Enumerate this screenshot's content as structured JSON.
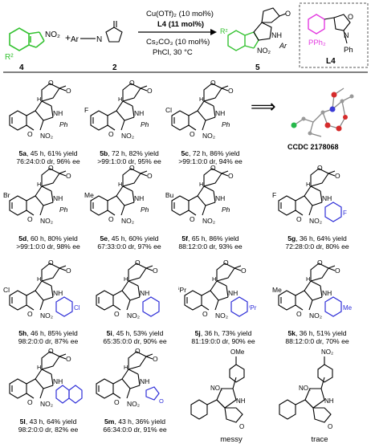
{
  "scheme": {
    "reactant1_label": "4",
    "reactant2_label": "2",
    "product_label": "5",
    "ligand_label": "L4",
    "reactant1_group": "NO₂",
    "reactant1_subst": "R²",
    "reactant2_group": "Ar",
    "product_subst": "R²",
    "product_no2": "NO₂",
    "product_ar": "Ar",
    "ligand_pph2": "PPh₂",
    "ligand_ph": "Ph",
    "conditions": [
      "Cu(OTf)₂ (10 mol%)",
      "L4 (11 mol%)",
      "Cs₂CO₃ (10 mol%)",
      "PhCl, 30 °C"
    ],
    "plus": "+"
  },
  "xray": {
    "caption": "CCDC 2178068",
    "arrow": "⟹"
  },
  "entries": [
    {
      "id": "5a",
      "line1": ", 45 h, 61% yield",
      "line2": "76:24:0:0 dr, 96% ee",
      "subst": "",
      "ar": "Ph"
    },
    {
      "id": "5b",
      "line1": ", 72 h, 82% yield",
      "line2": ">99:1:0:0 dr, 95% ee",
      "subst": "F",
      "ar": "Ph"
    },
    {
      "id": "5c",
      "line1": ", 72 h, 86% yield",
      "line2": ">99:1:0:0 dr, 94% ee",
      "subst": "Cl",
      "ar": "Ph"
    },
    {
      "id": "5d",
      "line1": ", 60 h, 80% yield",
      "line2": ">99:1:0:0 dr, 98% ee",
      "subst": "Br",
      "ar": "Ph"
    },
    {
      "id": "5e",
      "line1": ", 45 h, 60% yield",
      "line2": "67:33:0:0 dr, 97% ee",
      "subst": "Me",
      "ar": "Ph"
    },
    {
      "id": "5f",
      "line1": ", 65 h, 86% yield",
      "line2": "88:12:0:0 dr, 93% ee",
      "subst": "ᵗBu",
      "ar": "Ph"
    },
    {
      "id": "5g",
      "line1": ", 36 h, 64% yield",
      "line2": "72:28:0:0 dr, 80% ee",
      "subst": "F",
      "ar": "aryl"
    },
    {
      "id": "5h",
      "line1": ", 46 h, 85% yield",
      "line2": "98:2:0:0 dr, 87% ee",
      "subst": "Cl",
      "ar": "aryl"
    },
    {
      "id": "5i",
      "line1": ", 45 h, 53% yield",
      "line2": "65:35:0:0 dr, 90% ee",
      "subst": "",
      "ar": "aryl"
    },
    {
      "id": "5j",
      "line1": ", 36 h, 73% yield",
      "line2": "81:19:0:0 dr, 90% ee",
      "subst": "ⁱPr",
      "ar": "aryl"
    },
    {
      "id": "5k",
      "line1": ", 36 h, 51% yield",
      "line2": "88:12:0:0 dr, 70% ee",
      "subst": "Me",
      "ar": "aryl"
    },
    {
      "id": "5l",
      "line1": ", 43 h, 64% yield",
      "line2": "98:2:0:0 dr, 82% ee",
      "subst": "",
      "ar": "naphthyl"
    },
    {
      "id": "5m",
      "line1": ", 43 h, 36% yield",
      "line2": "66:34:0:0 dr, 91% ee",
      "subst": "",
      "ar": "furyl"
    }
  ],
  "failures": [
    {
      "label": "messy",
      "group": "OMe"
    },
    {
      "label": "trace",
      "group": "NO₂"
    }
  ],
  "common": {
    "nh": "NH",
    "no2": "NO₂",
    "o": "O",
    "ph": "Ph",
    "me": "Me"
  },
  "colors": {
    "green": "#35c232",
    "blue": "#2f2fd8",
    "pink": "#e33be0",
    "black": "#000000"
  }
}
